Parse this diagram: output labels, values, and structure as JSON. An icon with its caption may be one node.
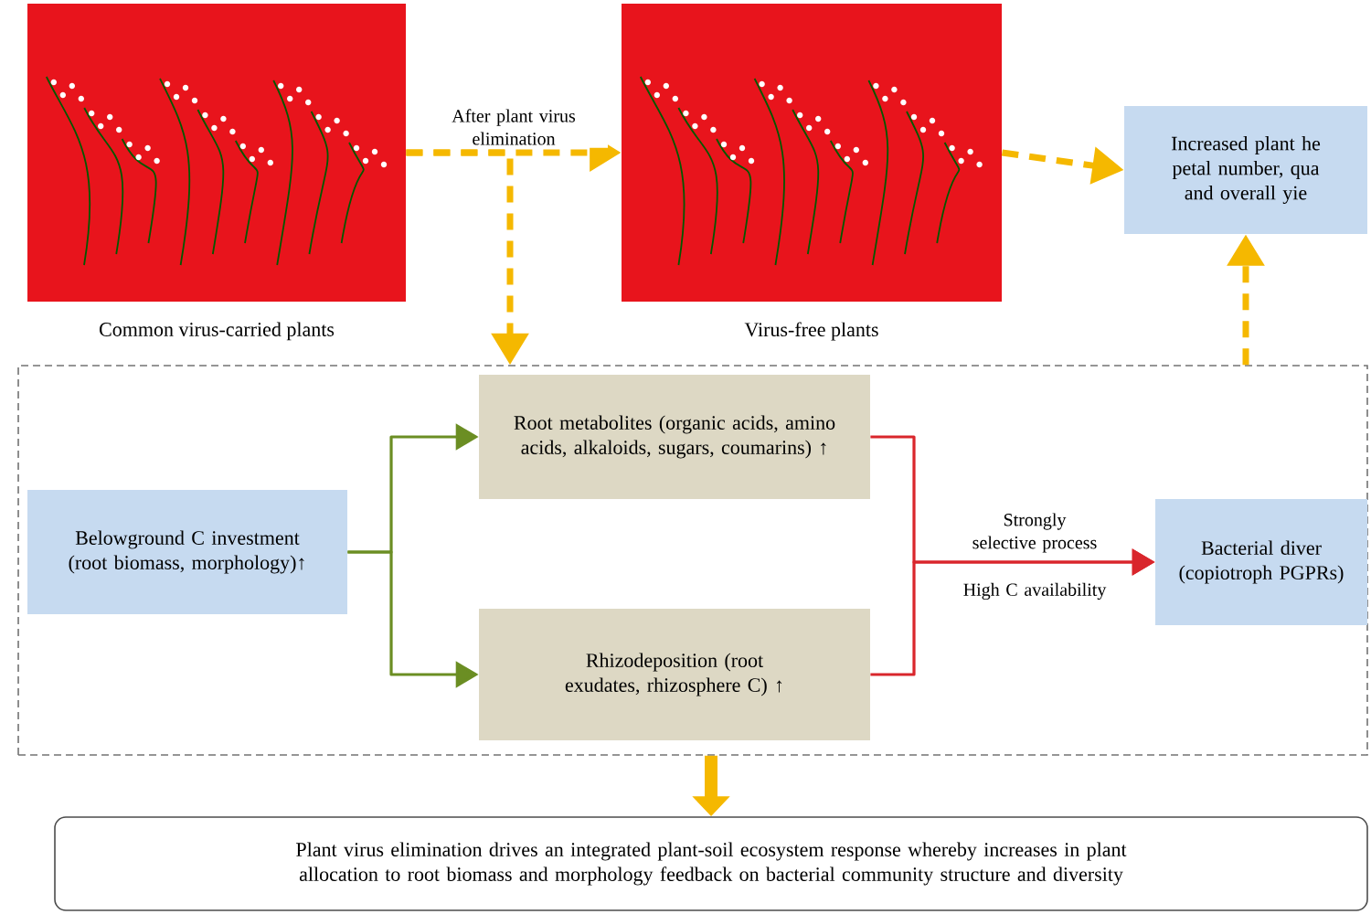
{
  "diagram": {
    "nodes": [
      {
        "text": [],
        "shape": "picture",
        "beside": [
          "Common virus-carried plants"
        ]
      },
      {
        "text": [],
        "shape": "picture",
        "beside": [
          "Virus-free plants"
        ]
      },
      {
        "text": [
          "Increased plant he petal number, qua and overall yie"
        ]
      },
      {
        "text": [],
        "shape": "box"
      },
      {
        "text": [
          "Belowground C investment (root biomass, morphology)↑"
        ],
        "in": 3
      },
      {
        "text": [
          "Root metabolites (organic acids, amino acids, alkaloids, sugars, coumarins) ↑"
        ],
        "in": 3
      },
      {
        "text": [
          "Rhizodeposition (root exudates, rhizosphere C) ↑"
        ],
        "in": 3
      },
      {
        "text": [
          "Bacterial diver (copiotroph PGPRs)"
        ],
        "in": 3
      },
      {
        "text": [
          "Plant virus elimination drives an integrated plant-soil ecosystem response whereby increases in plant allocation to root biomass and morphology feedback on bacterial community structure and diversity"
        ]
      }
    ],
    "edges": [
      {
        "from": 0,
        "to": 1,
        "arrow": "to",
        "label": "After plant virus elimination",
        "style": "dashed"
      },
      {
        "from": 0,
        "to": 3,
        "arrow": "to",
        "style": "dashed"
      },
      {
        "from": 1,
        "to": 2,
        "arrow": "to",
        "style": "dashed"
      },
      {
        "from": 3,
        "to": 2,
        "arrow": "to",
        "style": "dashed"
      },
      {
        "from": 3,
        "to": 8,
        "arrow": "to",
        "style": "thick"
      },
      {
        "from": 4,
        "to": 5,
        "arrow": "to",
        "color": "#6b8e23"
      },
      {
        "from": 4,
        "to": 6,
        "arrow": "to",
        "color": "#6b8e23"
      },
      {
        "from": 5,
        "to": 7,
        "arrow": "to",
        "label": "Strongly selective process",
        "color": "#d9262c"
      },
      {
        "from": 6,
        "to": 7,
        "arrow": "to",
        "label": "High C availability",
        "color": "#d9262c"
      }
    ]
  }
}
